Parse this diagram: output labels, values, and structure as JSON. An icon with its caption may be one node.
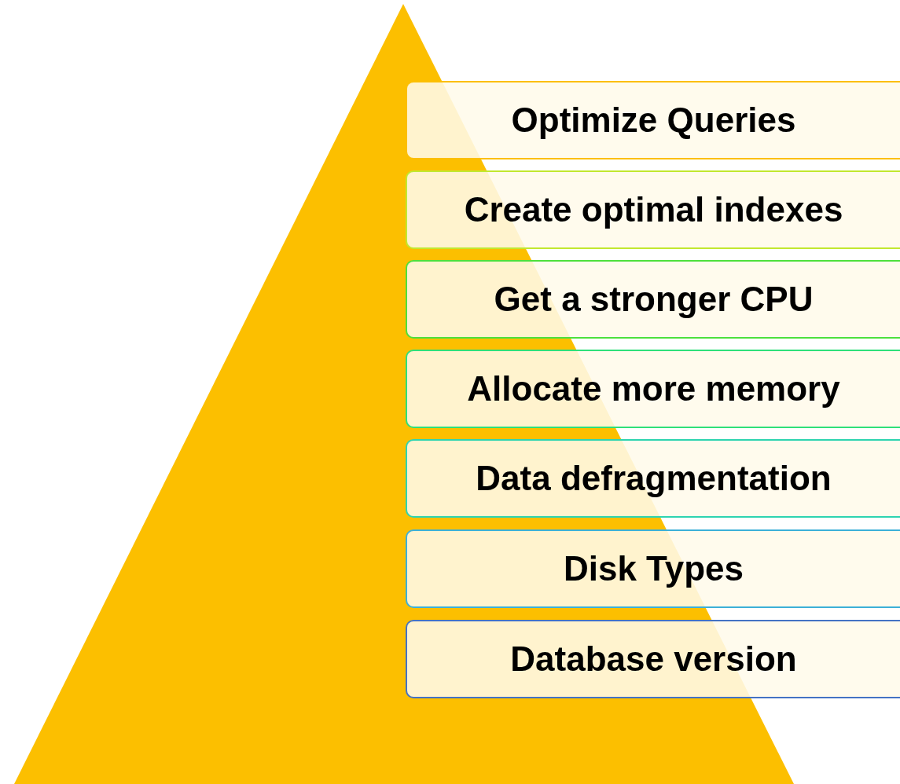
{
  "diagram": {
    "nodes": [
      {
        "text": [
          "Optimize Queries"
        ]
      },
      {
        "text": [
          "Create optimal indexes"
        ]
      },
      {
        "text": [
          "Get a stronger CPU"
        ]
      },
      {
        "text": [
          "Allocate more memory"
        ]
      },
      {
        "text": [
          "Data defragmentation"
        ]
      },
      {
        "text": [
          "Disk Types"
        ]
      },
      {
        "text": [
          "Database version"
        ]
      }
    ]
  }
}
